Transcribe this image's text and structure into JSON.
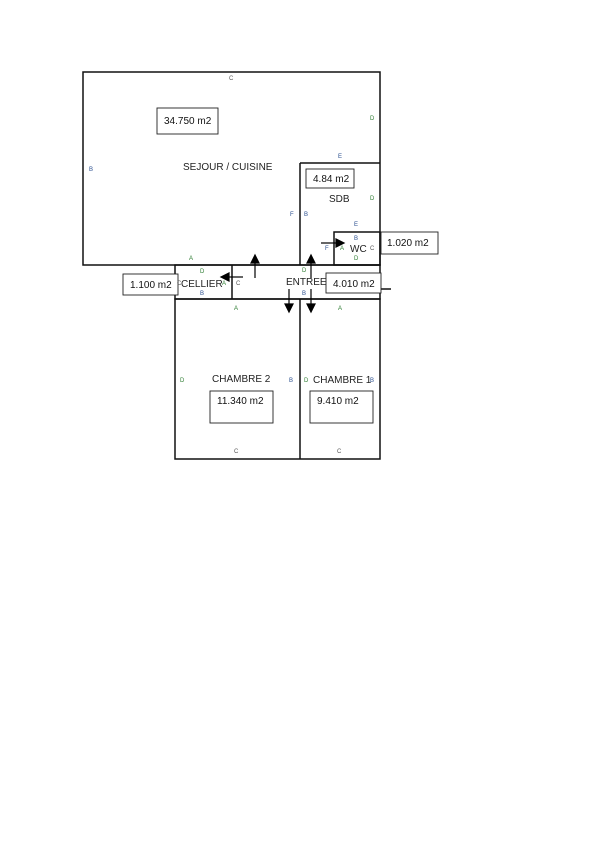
{
  "rooms": {
    "sejour": {
      "name": "SEJOUR / CUISINE",
      "area": "34.750 m2"
    },
    "sdb": {
      "name": "SDB",
      "area": "4.84 m2"
    },
    "wc": {
      "name": "WC",
      "area": "1.020 m2"
    },
    "cellier": {
      "name": "CELLIER",
      "area": "1.100 m2"
    },
    "entree": {
      "name": "ENTREE",
      "area": "4.010 m2"
    },
    "chambre2": {
      "name": "CHAMBRE 2",
      "area": "11.340 m2"
    },
    "chambre1": {
      "name": "CHAMBRE 1",
      "area": "9.410 m2"
    }
  },
  "wall_letters": [
    "A",
    "B",
    "C",
    "D",
    "E",
    "F"
  ],
  "colors": {
    "wall": "#111111",
    "blue_letter": "#2b4f8f",
    "green_letter": "#2e7d32",
    "purple_letter": "#8e44ad",
    "gray_letter": "#555555"
  }
}
